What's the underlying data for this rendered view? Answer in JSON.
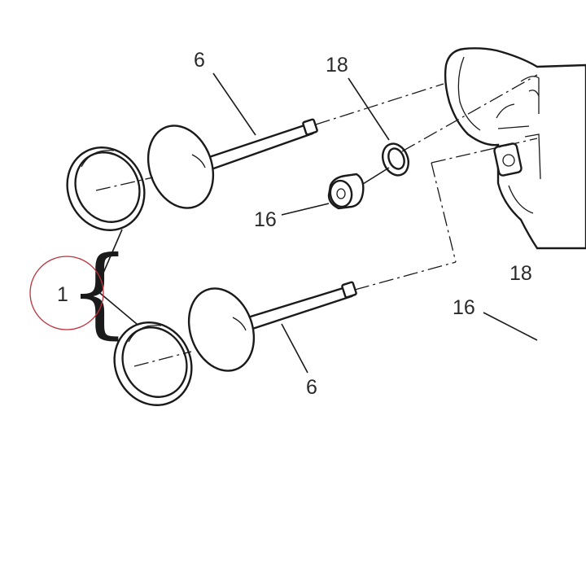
{
  "callouts": {
    "valve_upper": "6",
    "valve_lower": "6",
    "seal_upper": "18",
    "seal_right": "18",
    "cap_upper": "16",
    "cap_right": "16",
    "seat_group": "1"
  },
  "colors": {
    "line": "#1a1a1a",
    "highlight": "#c0303a",
    "background": "#ffffff"
  }
}
